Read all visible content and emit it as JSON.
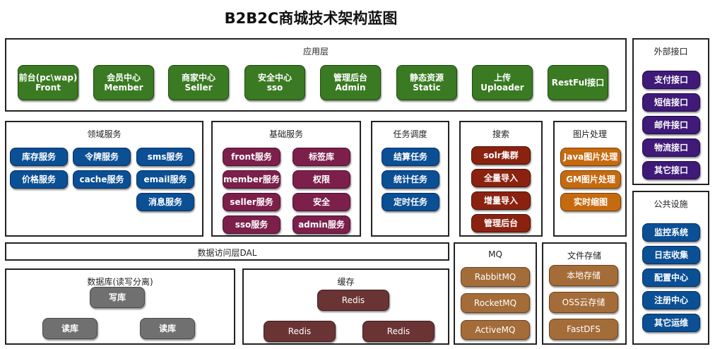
{
  "title": "B2B2C商城技术架构蓝图",
  "app_layer": {
    "title": "应用层",
    "items": [
      "前台(pc\\wap)\nFront",
      "会员中心\nMember",
      "商家中心\nSeller",
      "安全中心\nsso",
      "管理后台\nAdmin",
      "静态资源\nStatic",
      "上传\nUploader",
      "RestFul接口"
    ]
  },
  "domain": {
    "title": "领域服务",
    "items": [
      "库存服务",
      "令牌服务",
      "sms服务",
      "价格服务",
      "cache服务",
      "email服务",
      "消息服务"
    ]
  },
  "base": {
    "title": "基础服务",
    "items": [
      "front服务",
      "标签库",
      "member服务",
      "权限",
      "seller服务",
      "安全",
      "sso服务",
      "admin服务"
    ]
  },
  "task": {
    "title": "任务调度",
    "items": [
      "结算任务",
      "统计任务",
      "定时任务"
    ]
  },
  "search": {
    "title": "搜索",
    "items": [
      "solr集群",
      "全量导入",
      "增量导入",
      "管理后台"
    ]
  },
  "image": {
    "title": "图片处理",
    "items": [
      "Java图片处理",
      "GM图片处理",
      "实时缩图"
    ]
  },
  "external": {
    "title": "外部接口",
    "items": [
      "支付接口",
      "短信接口",
      "邮件接口",
      "物流接口",
      "其它接口"
    ]
  },
  "public": {
    "title": "公共设施",
    "items": [
      "监控系统",
      "日志收集",
      "配置中心",
      "注册中心",
      "其它运维"
    ]
  },
  "dal": {
    "title": "数据访问层DAL"
  },
  "mq": {
    "title": "MQ",
    "items": [
      "RabbitMQ",
      "RocketMQ",
      "ActiveMQ"
    ]
  },
  "file": {
    "title": "文件存储",
    "items": [
      "本地存储",
      "OSS云存储",
      "FastDFS"
    ]
  },
  "database": {
    "title": "数据库(读写分离)",
    "items": [
      "写库",
      "读库",
      "读库"
    ]
  },
  "cache": {
    "title": "缓存",
    "items": [
      "Redis",
      "Redis",
      "Redis"
    ]
  }
}
